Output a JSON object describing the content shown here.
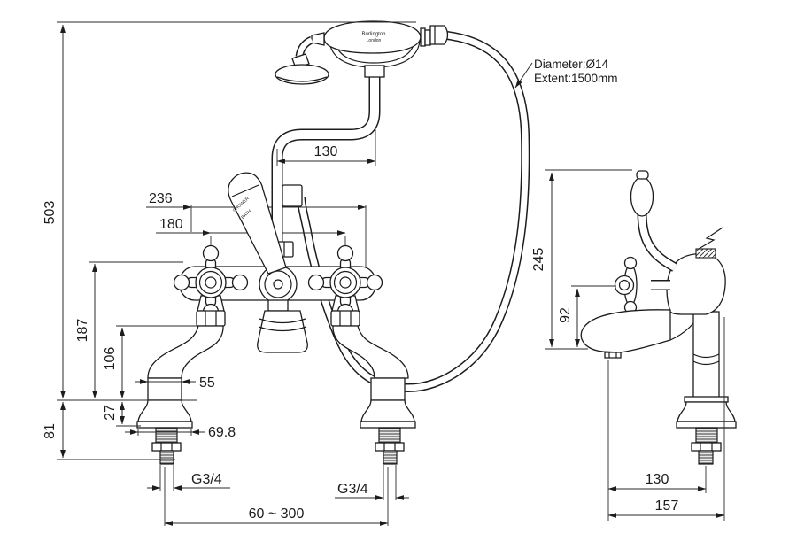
{
  "drawing": {
    "brand_line1": "Burlington",
    "brand_line2": "London",
    "lever_line1": "SHOWER",
    "lever_line2": "BATH",
    "hose_note_line1": "Diameter:Ø14",
    "hose_note_line2": "Extent:1500mm"
  },
  "front_view": {
    "overall_height": "503",
    "below_deck": "81",
    "handle_height": "187",
    "body_height": "106",
    "flange_height": "27",
    "flange_top_width": "55",
    "flange_base_width": "69.8",
    "handle_centres": "180",
    "overall_width": "236",
    "cradle_offset": "130",
    "thread_left": "G3/4",
    "thread_right": "G3/4",
    "inlet_centres": "60 ~ 300"
  },
  "side_view": {
    "overall_height": "245",
    "handle_height": "92",
    "spout_reach": "130",
    "overall_depth": "157"
  }
}
